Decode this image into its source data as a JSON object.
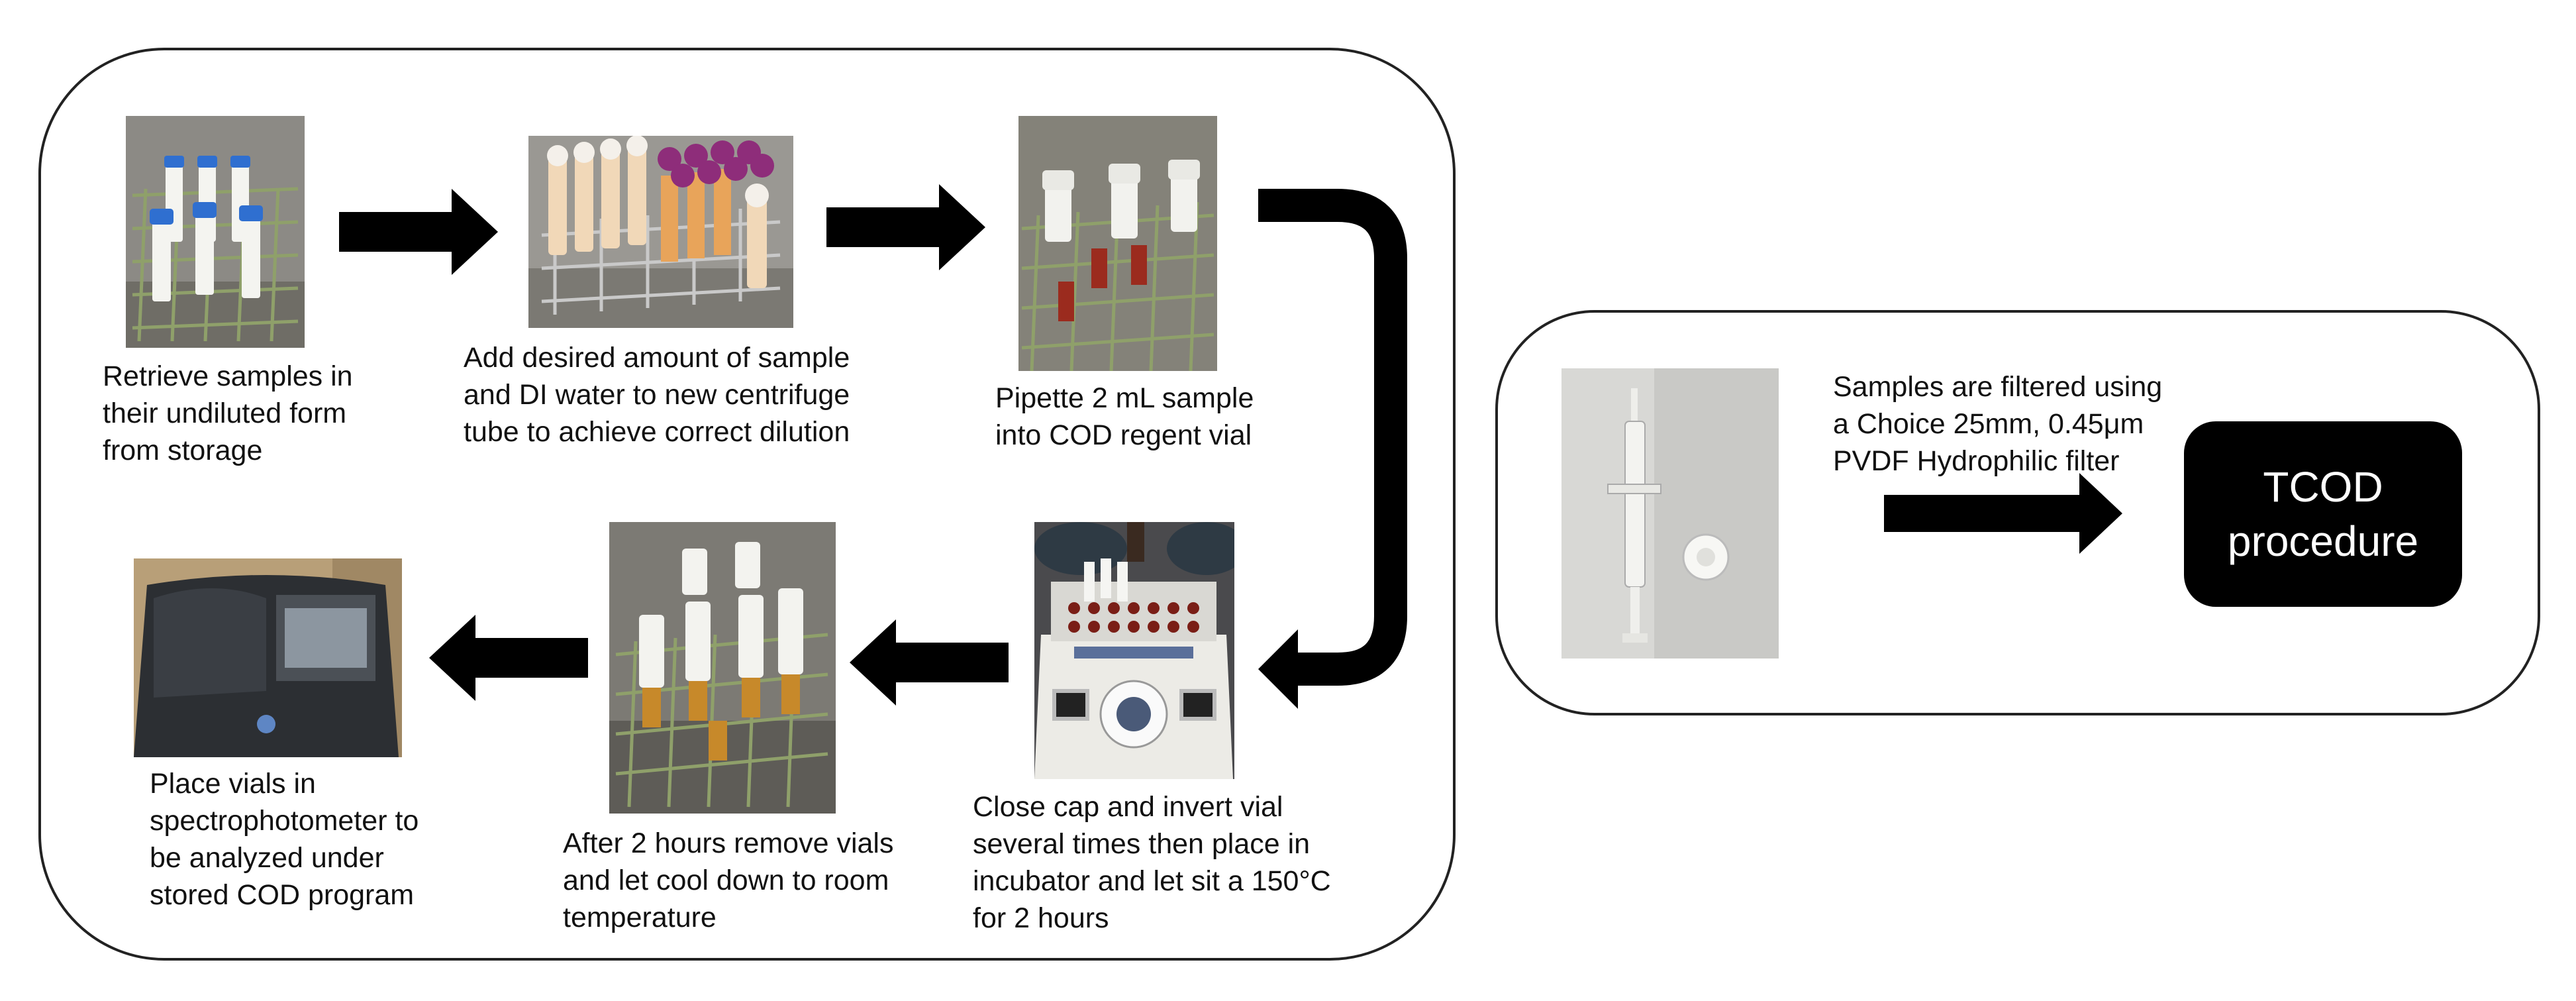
{
  "steps": [
    {
      "id": "retrieve",
      "caption": "Retrieve samples in\ntheir undiluted form\nfrom storage",
      "photo": "sample-rack-blue-caps"
    },
    {
      "id": "dilute",
      "caption": "Add desired amount of sample\nand DI water to new centrifuge\ntube to achieve correct dilution",
      "photo": "centrifuge-tubes-rack"
    },
    {
      "id": "pipette",
      "caption": "Pipette 2 mL sample\ninto COD regent vial",
      "photo": "cod-vials-rack"
    },
    {
      "id": "incubate",
      "caption": "Close cap and invert vial\nseveral times then place in\nincubator and let sit a 150°C\nfor 2 hours",
      "photo": "cod-reactor-incubator"
    },
    {
      "id": "cool",
      "caption": "After 2 hours remove vials\nand let cool down to room\ntemperature",
      "photo": "cooling-vials-rack"
    },
    {
      "id": "analyze",
      "caption": "Place vials in\nspectrophotometer to\nbe analyzed under\nstored COD program",
      "photo": "spectrophotometer"
    }
  ],
  "filter_step": {
    "caption": "Samples are filtered using\na Choice 25mm, 0.45μm\nPVDF Hydrophilic filter",
    "photo": "syringe-and-filter",
    "target_label": "TCOD\nprocedure"
  },
  "colors": {
    "arrow": "#000000",
    "outline": "#222222",
    "target_bg": "#000000",
    "target_text": "#ffffff"
  }
}
